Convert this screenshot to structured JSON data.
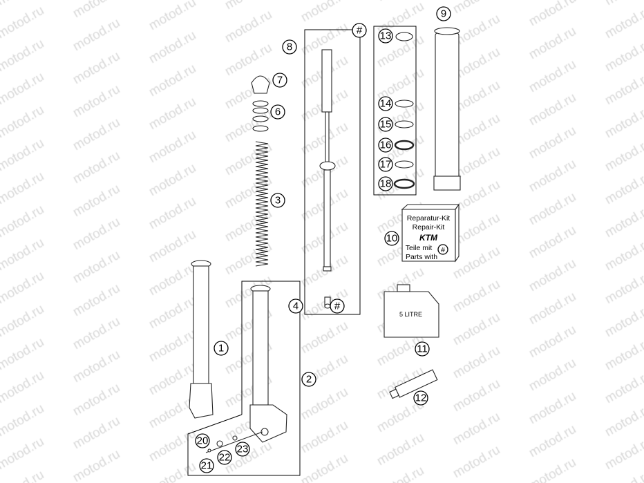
{
  "watermark": "motod.ru",
  "callouts": [
    {
      "id": "9",
      "label": "9"
    },
    {
      "id": "8",
      "label": "8"
    },
    {
      "id": "hash-top",
      "label": "#"
    },
    {
      "id": "13",
      "label": "13"
    },
    {
      "id": "7",
      "label": "7"
    },
    {
      "id": "6",
      "label": "6"
    },
    {
      "id": "14",
      "label": "14"
    },
    {
      "id": "15",
      "label": "15"
    },
    {
      "id": "16",
      "label": "16"
    },
    {
      "id": "17",
      "label": "17"
    },
    {
      "id": "18",
      "label": "18"
    },
    {
      "id": "3",
      "label": "3"
    },
    {
      "id": "10",
      "label": "10"
    },
    {
      "id": "4",
      "label": "4"
    },
    {
      "id": "hash-4",
      "label": "#"
    },
    {
      "id": "1",
      "label": "1"
    },
    {
      "id": "2",
      "label": "2"
    },
    {
      "id": "11",
      "label": "11"
    },
    {
      "id": "12",
      "label": "12"
    },
    {
      "id": "20",
      "label": "20"
    },
    {
      "id": "21",
      "label": "21"
    },
    {
      "id": "22",
      "label": "22"
    },
    {
      "id": "23",
      "label": "23"
    }
  ],
  "repair_kit": {
    "line1": "Reparatur-Kit",
    "line2": "Repair-Kit",
    "brand": "KTM",
    "line3": "Teile mit",
    "line4": "Parts with",
    "hash": "#"
  },
  "oil_can": {
    "label": "5 LITRE"
  },
  "colors": {
    "line": "#000000",
    "watermark": "#d9d9d9"
  }
}
